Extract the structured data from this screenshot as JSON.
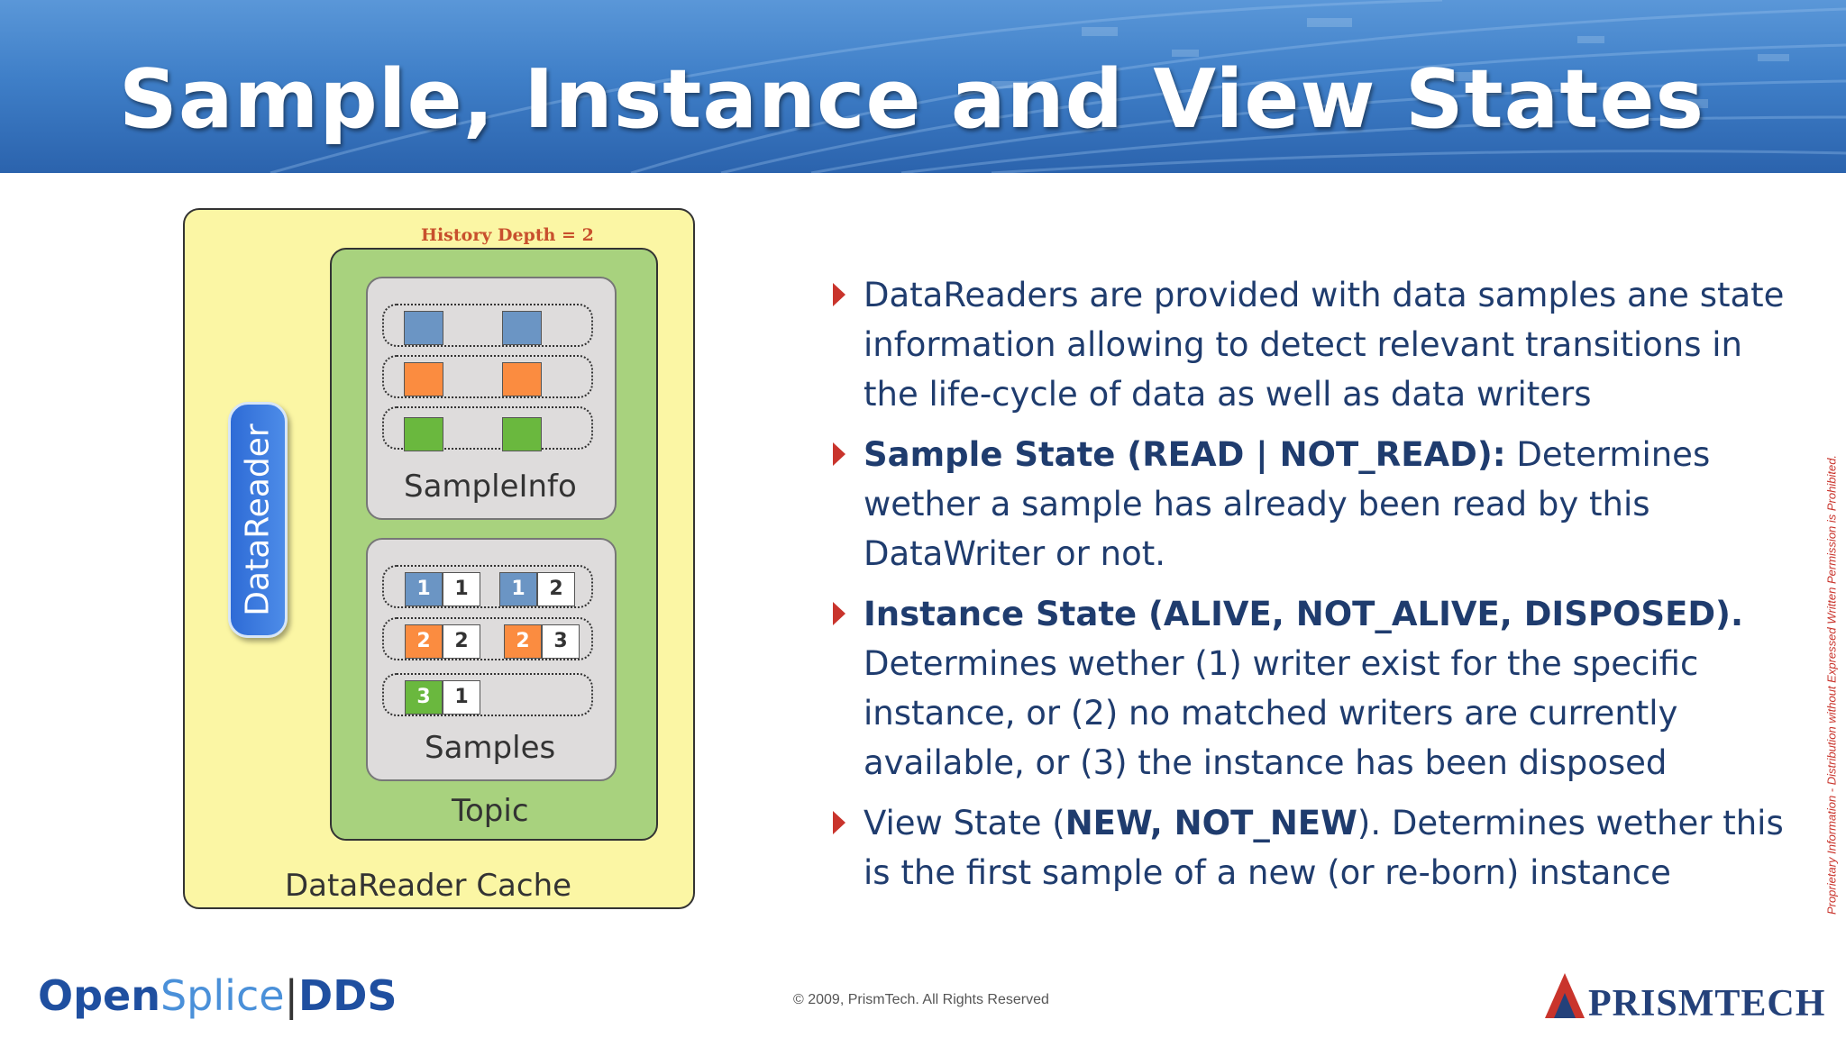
{
  "title": "Sample, Instance and View States",
  "diagram": {
    "history_depth": "History Depth = 2",
    "datareader_label": "DataReader",
    "sampleinfo_label": "SampleInfo",
    "samples_label": "Samples",
    "topic_label": "Topic",
    "cache_label": "DataReader Cache",
    "samples": [
      [
        {
          "id": "1",
          "seq": "1"
        },
        {
          "id": "1",
          "seq": "2"
        }
      ],
      [
        {
          "id": "2",
          "seq": "2"
        },
        {
          "id": "2",
          "seq": "3"
        }
      ],
      [
        {
          "id": "3",
          "seq": "1"
        }
      ]
    ],
    "colors": {
      "blue": "#6b95c4",
      "orange": "#fb8c40",
      "green": "#6ab83e",
      "cache": "#fbf6a4",
      "topic": "#a8d27e"
    }
  },
  "bullets": [
    {
      "pre": "DataReaders are provided with data samples ane state information allowing to detect relevant transitions in the life-cycle of data as well as data writers"
    },
    {
      "bold": "Sample State (READ | NOT_READ):",
      "rest": "  Determines wether a sample has already been read by this DataWriter or not."
    },
    {
      "bold": "Instance State (ALIVE, NOT_ALIVE, DISPOSED).",
      "rest": " Determines wether (1) writer exist for the specific instance, or (2) no matched writers are currently available, or (3) the instance has been disposed"
    },
    {
      "pre": "View State (",
      "bold": "NEW, NOT_NEW",
      "rest": "). Determines wether this is the first sample of a new (or re-born) instance"
    }
  ],
  "footer": {
    "logo_open": "Open",
    "logo_splice": "Splice",
    "logo_sep": "|",
    "logo_dds": "DDS",
    "copyright": "© 2009, PrismTech. All Rights Reserved",
    "brand": "PRISMTECH",
    "side_note": "Proprietary Information - Distribution without Expressed Written Permission is Prohibited."
  },
  "accent_color": "#c9342c",
  "text_color": "#1f3c6e"
}
